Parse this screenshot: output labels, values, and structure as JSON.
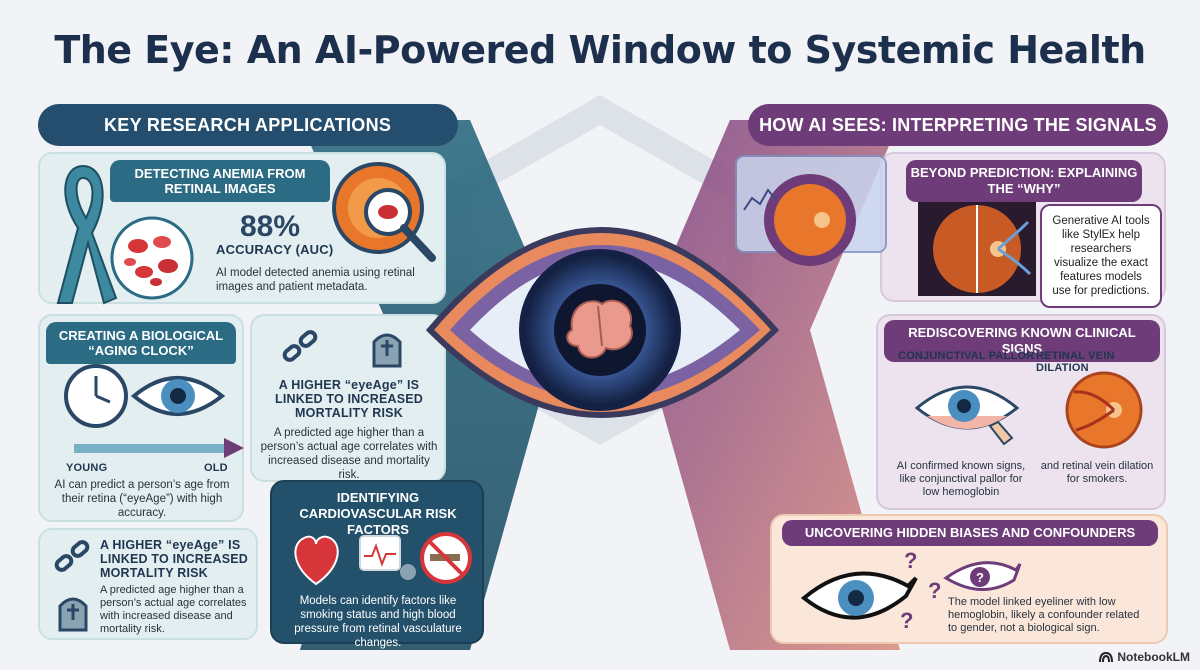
{
  "title": "The Eye: An AI-Powered Window to Systemic Health",
  "left_section": {
    "header": "KEY RESEARCH APPLICATIONS",
    "anemia": {
      "heading": "DETECTING ANEMIA FROM RETINAL IMAGES",
      "stat": "88%",
      "stat_label": "ACCURACY (AUC)",
      "text": "AI model detected anemia using retinal images and patient metadata."
    },
    "aging": {
      "heading": "CREATING A BIOLOGICAL “AGING CLOCK”",
      "young": "YOUNG",
      "old": "OLD",
      "text": "AI can predict a person’s age from their retina (“eyeAge”) with high accuracy."
    },
    "mortality_top": {
      "heading": "A HIGHER “eyeAge” IS LINKED TO INCREASED MORTALITY RISK",
      "text": "A predicted age higher than a person’s actual age correlates with increased disease and mortality risk."
    },
    "mortality_bottom": {
      "heading": "A HIGHER “eyeAge” IS LINKED TO INCREASED MORTALITY RISK",
      "text": "A predicted age higher than a person’s actual age correlates with increased disease and mortality risk."
    },
    "cardio": {
      "heading": "IDENTIFYING CARDIOVASCULAR RISK FACTORS",
      "text": "Models can identify factors like smoking status and high blood pressure from retinal vasculature changes."
    }
  },
  "right_section": {
    "header": "HOW AI SEES: INTERPRETING THE SIGNALS",
    "beyond": {
      "heading": "BEYOND PREDICTION: EXPLAINING THE “WHY”",
      "bubble": "Generative AI tools like StylEx help researchers visualize the exact features models use for predictions."
    },
    "rediscovering": {
      "heading": "REDISCOVERING KNOWN CLINICAL SIGNS",
      "col1_label": "CONJUNCTIVAL PALLOR",
      "col2_label": "RETINAL VEIN DILATION",
      "col1_text": "AI confirmed known signs, like conjunctival pallor for low hemoglobin",
      "col2_text": "and retinal vein dilation for smokers."
    },
    "biases": {
      "heading": "UNCOVERING HIDDEN BIASES AND CONFOUNDERS",
      "text": "The model linked eyeliner with low hemoglobin, likely a confounder related to gender, not a biological sign.",
      "q1": "?",
      "q2": "?",
      "q3": "?"
    }
  },
  "brand": "NotebookLM",
  "colors": {
    "navy": "#1c2f4d",
    "teal": "#2b6b84",
    "purple": "#6e3c78",
    "panel_teal": "#e3eef0",
    "panel_purple": "#ece3ef",
    "peach": "#fbe7d9"
  }
}
